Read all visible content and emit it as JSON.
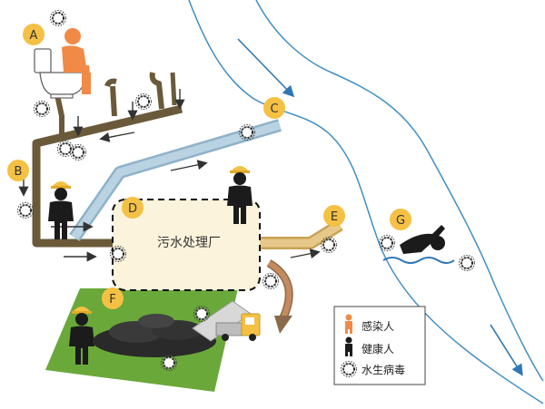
{
  "labels": {
    "A": "A",
    "B": "B",
    "C": "C",
    "D": "D",
    "E": "E",
    "F": "F",
    "G": "G"
  },
  "plant": {
    "name": "污水处理厂"
  },
  "legend": {
    "infected": "感染人",
    "healthy": "健康人",
    "virus": "水生病毒"
  },
  "colors": {
    "label_bubble": "#f4c145",
    "infected": "#f08a46",
    "healthy": "#1b1b1b",
    "pipe_sewage": "#6a5a3a",
    "pipe_clean": "#a9c6d8",
    "pipe_outflow": "#d9b56a",
    "field": "#6aa83a",
    "river": "#3f8fc4",
    "plant_fill": "#fbf3dc",
    "sludge_arrow": "#c58a5e"
  },
  "icons": [
    "toilet-icon",
    "person-icon",
    "virus-icon",
    "truck-icon",
    "swimmer-icon"
  ]
}
